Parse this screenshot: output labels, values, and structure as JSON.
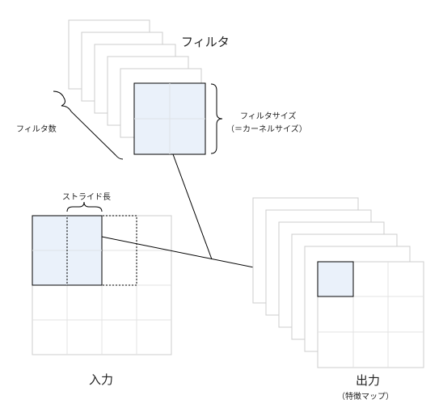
{
  "labels": {
    "filter": "フィルタ",
    "filter_count": "フィルタ数",
    "filter_size": "フィルタサイズ",
    "kernel_size": "（＝カーネルサイズ）",
    "stride": "ストライド長",
    "input": "入力",
    "output": "出力",
    "feature_map": "（特徴マップ）"
  },
  "structure": {
    "filter_sheets": 6,
    "input_grid": "4x4",
    "output_sheets": 6,
    "output_grid": "3x3"
  },
  "colors": {
    "highlight_fill": "#eaf1fa",
    "grid_line": "#e3e3e3",
    "sheet_border": "#cccccc",
    "stroke": "#000000"
  }
}
